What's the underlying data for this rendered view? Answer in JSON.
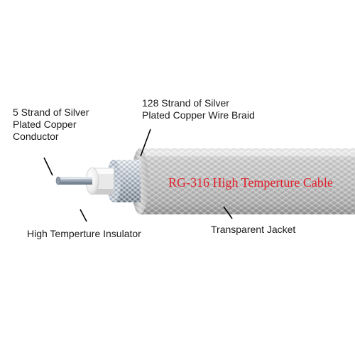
{
  "labels": {
    "conductor": [
      "5 Strand of Silver",
      "Plated Copper",
      "Conductor"
    ],
    "braid": [
      "128 Strand of Silver",
      "Plated Copper Wire Braid"
    ],
    "insulator": "High Temperture Insulator",
    "jacket": "Transparent Jacket"
  },
  "cable_print": "RG-316 High Temperture Cable",
  "colors": {
    "jacket": "#c4c4c4",
    "braid": "#aab5c2",
    "insulator": "#f3f3f3",
    "conductor": "#9ea9b6",
    "cable_print": "#e0202a",
    "leader_line": "#000000",
    "text": "#1a1a1a"
  }
}
